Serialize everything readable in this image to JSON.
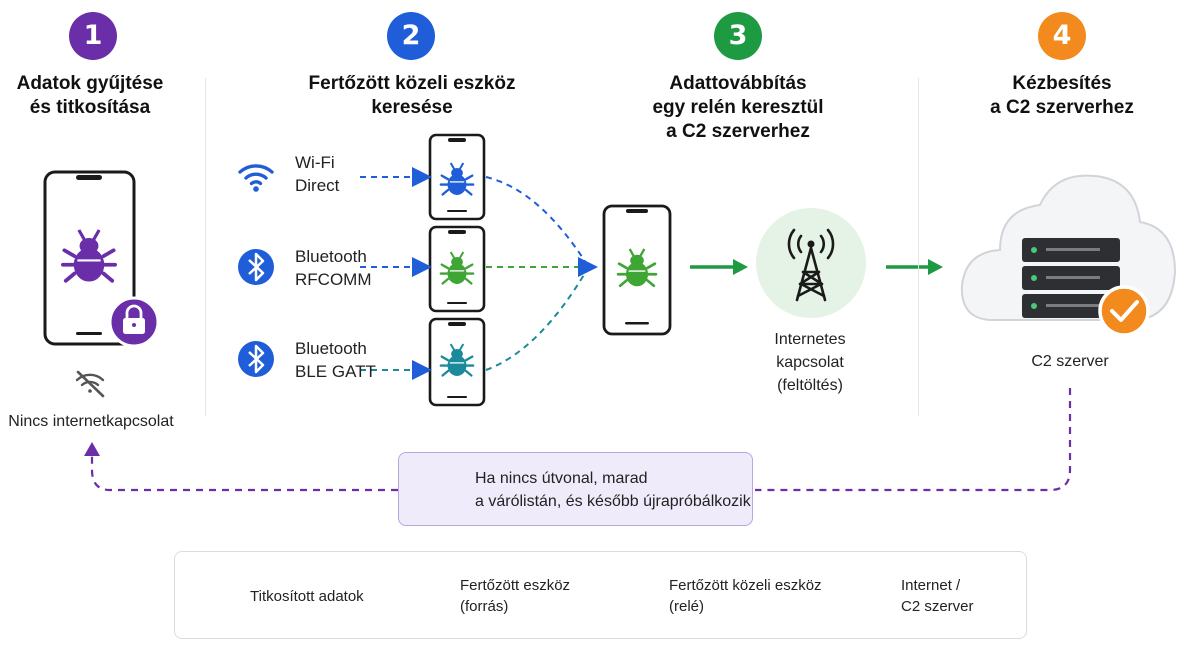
{
  "steps": [
    {
      "number": "1",
      "title": "Adatok gyűjtése\nés titkosítása",
      "color": "#6a2fa8"
    },
    {
      "number": "2",
      "title": "Fertőzött közeli eszköz\nkeresése",
      "color": "#1f5ed8"
    },
    {
      "number": "3",
      "title": "Adattovábbítás\negy relén keresztül\na C2 szerverhez",
      "color": "#1e9a43"
    },
    {
      "number": "4",
      "title": "Kézbesítés\na C2 szerverhez",
      "color": "#f28a1e"
    }
  ],
  "step1": {
    "no_internet": "Nincs internetkapcsolat"
  },
  "channels": [
    {
      "label": "Wi-Fi\nDirect",
      "icon": "wifi-icon",
      "color": "#1f5ed8"
    },
    {
      "label": "Bluetooth\nRFCOMM",
      "icon": "bluetooth-icon",
      "color": "#1f5ed8"
    },
    {
      "label": "Bluetooth\nBLE GATT",
      "icon": "bluetooth-icon",
      "color": "#1f5ed8"
    }
  ],
  "step3": {
    "internet_label": "Internetes\nkapcsolat\n(feltöltés)"
  },
  "step4": {
    "server_label": "C2 szerver"
  },
  "note": {
    "text": "Ha nincs útvonal, marad\na várólistán, és később újrapróbálkozik"
  },
  "legend": [
    {
      "label": "Titkosított adatok",
      "icon": "lock-icon",
      "color": "#6a2fa8"
    },
    {
      "label": "Fertőzött eszköz\n(forrás)",
      "icon": "bug-icon",
      "color": "#6a2fa8"
    },
    {
      "label": "Fertőzött közeli eszköz\n(relé)",
      "icon": "bug-icon",
      "color": "#3fa535"
    },
    {
      "label": "Internet /\nC2 szerver",
      "icon": "tower-icon",
      "color": "#222222"
    }
  ],
  "colors": {
    "purple": "#6a2fa8",
    "blue": "#1f5ed8",
    "green": "#1e9a43",
    "teal": "#1b8a9a",
    "orange": "#f28a1e",
    "bug_green": "#3fa535"
  }
}
